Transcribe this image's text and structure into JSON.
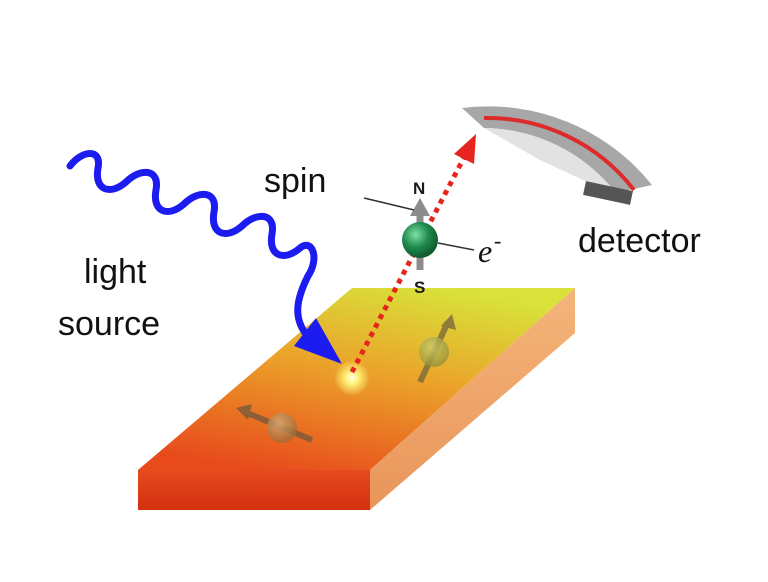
{
  "labels": {
    "light_source_line1": "light",
    "light_source_line2": "source",
    "spin": "spin",
    "electron": "e",
    "electron_sup": "-",
    "north": "N",
    "south": "S",
    "detector": "detector"
  },
  "colors": {
    "light_wave": "#1c1cf0",
    "photoelectron_path": "#e5251e",
    "electron_ball": "#1f8a4c",
    "spin_arrow": "#8c8c8c",
    "detector_body": "#a7a7a7",
    "detector_inner": "#e2e2e2",
    "detector_stripe": "#dd2b2b",
    "sample_top_far": "#d8e23a",
    "sample_top_near": "#e84a1c",
    "sample_front": "#dd3a14",
    "sample_side": "#efa66a"
  }
}
